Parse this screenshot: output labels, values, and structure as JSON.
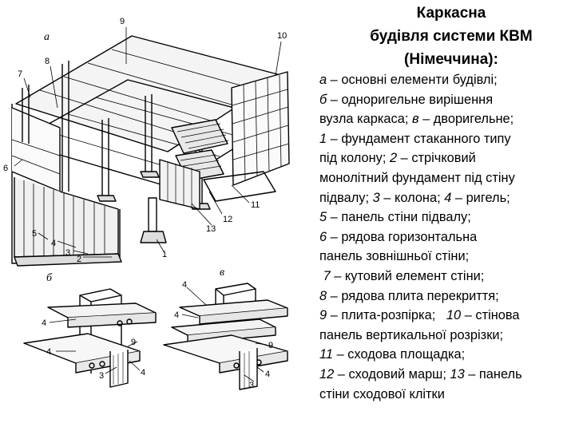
{
  "title": {
    "line1": "Каркасна",
    "line2": "будівля системи КВМ",
    "line3": "(Німеччина):"
  },
  "figure": {
    "panel_a": "а",
    "panel_b": "б",
    "panel_c": "в",
    "callouts": [
      "1",
      "2",
      "3",
      "4",
      "5",
      "6",
      "7",
      "8",
      "9",
      "10",
      "11",
      "12",
      "13"
    ]
  },
  "legend": [
    {
      "key": "а",
      "sep": " – ",
      "text": "основні елементи будівлі;"
    },
    {
      "key": "б",
      "sep": " – ",
      "text": "однори­гельне вирішення"
    },
    {
      "key": "",
      "sep": "",
      "text": "вузла каркаса;"
    },
    {
      "key": "",
      "sep": "",
      "text": "монолітний фундамент під стіну"
    },
    {
      "key": "",
      "sep": "",
      "text": "підвалу;"
    },
    {
      "key": "5",
      "sep": " – ",
      "text": "панель стіни підвалу;"
    },
    {
      "key": "6",
      "sep": " – ",
      "text": "рядова горизонтальна"
    },
    {
      "key": "",
      "sep": "",
      "text": "панель зовнішньої стіни;"
    },
    {
      "key": "7",
      "sep": " – ",
      "text": "кутовий елемент стіни;"
    },
    {
      "key": "8",
      "sep": " – ",
      "text": "рядова плита перекриття;"
    },
    {
      "key": "9",
      "sep": " – ",
      "text": "плита-розпірка;"
    },
    {
      "key": "",
      "sep": "",
      "text": "панель вертикальної розрізки;"
    },
    {
      "key": "11",
      "sep": " – ",
      "text": "сходова площадка;"
    },
    {
      "key": "12",
      "sep": " – ",
      "text": "сходовий марш;"
    },
    {
      "key": "",
      "sep": "",
      "text": "стіни сходової клітки"
    }
  ],
  "legend_inline": {
    "l3_b": "в",
    "l3_b_text": " – дворигельне;",
    "l4_key": "1",
    "l4_text": " – фундамент стаканного типу",
    "l5_text": "під колону;",
    "l5_key": "2",
    "l5_rest": " – стрічковий",
    "l7_key3": "3",
    "l7_text3": " – колона;",
    "l7_key4": "4",
    "l7_text4": " – ригель;",
    "l13_key10": "10",
    "l13_text10": " – стінова",
    "l15_key13": "13",
    "l15_text13": " – панель"
  }
}
